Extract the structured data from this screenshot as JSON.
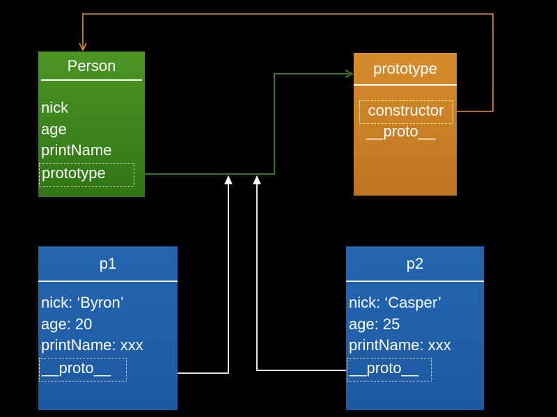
{
  "person": {
    "title": "Person",
    "fields": [
      "nick",
      "age",
      "printName",
      "prototype"
    ]
  },
  "prototype_obj": {
    "title": "prototype",
    "fields": [
      "constructor",
      "__proto__"
    ]
  },
  "p1": {
    "title": "p1",
    "fields": [
      "nick: ‘Byron’",
      "age: 20",
      "printName: xxx",
      "__proto__"
    ]
  },
  "p2": {
    "title": "p2",
    "fields": [
      "nick: ‘Casper’",
      "age: 25",
      "printName: xxx",
      "__proto__"
    ]
  },
  "colors": {
    "background": "#000000",
    "person_box": "#3f8a1e",
    "prototype_box": "#c87d24",
    "instance_box": "#2160aa",
    "prototype_link": "#3f8a1e",
    "constructor_link": "#e0962f",
    "proto_link": "#ffffff"
  }
}
